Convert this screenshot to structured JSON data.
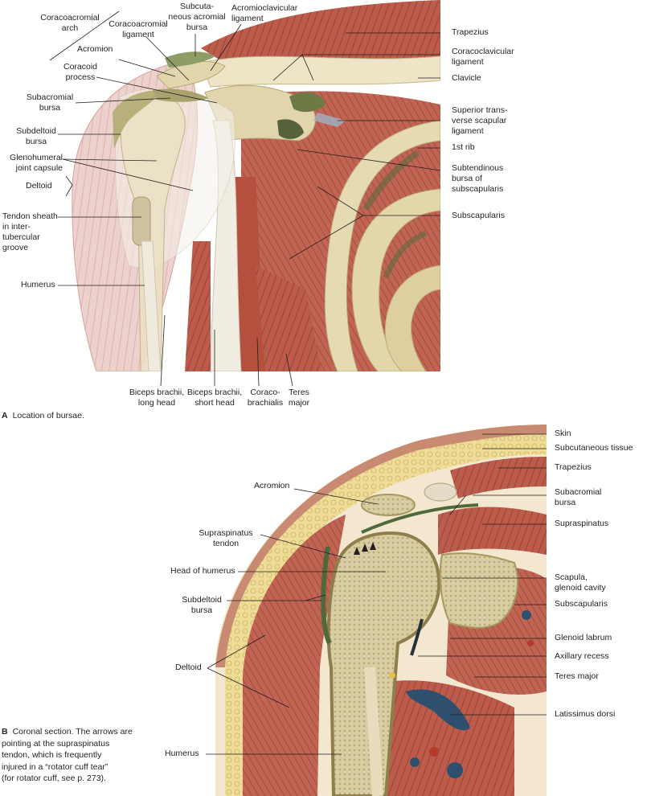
{
  "panelA": {
    "letter": "A",
    "caption": "Location of bursae.",
    "labels": {
      "coracoacromial_arch": "Coracoacromial\narch",
      "subcutaneous_acromial_bursa": "Subcuta-\nneous acromial\nbursa",
      "acromioclavicular_ligament": "Acromioclavicular\nligament",
      "coracoacromial_ligament": "Coracoacromial\nligament",
      "acromion": "Acromion",
      "coracoid_process": "Coracoid\nprocess",
      "subacromial_bursa": "Subacromial\nbursa",
      "subdeltoid_bursa": "Subdeltoid\nbursa",
      "glenohumeral_joint_capsule": "Glenohumeral\njoint capsule",
      "deltoid": "Deltoid",
      "tendon_sheath": "Tendon sheath\nin inter-\ntubercular\ngroove",
      "humerus": "Humerus",
      "trapezius": "Trapezius",
      "coracoclavicular_ligament": "Coracoclavicular\nligament",
      "clavicle": "Clavicle",
      "superior_transverse_scapular_ligament": "Superior trans-\nverse scapular\nligament",
      "first_rib": "1st rib",
      "subtendinous_bursa": "Subtendinous\nbursa of\nsubscapularis",
      "subscapularis": "Subscapularis",
      "biceps_long_head": "Biceps brachii,\nlong head",
      "biceps_short_head": "Biceps brachii,\nshort head",
      "coracobrachialis": "Coraco-\nbrachialis",
      "teres_major": "Teres\nmajor"
    }
  },
  "panelB": {
    "letter": "B",
    "caption": "Coronal section. The arrows are\npointing at the supraspinatus\ntendon,  which is frequently\ninjured in a “rotator cuff tear”\n(for rotator cuff,  see p. 273).",
    "labels": {
      "skin": "Skin",
      "subcutaneous_tissue": "Subcutaneous tissue",
      "trapezius": "Trapezius",
      "acromion": "Acromion",
      "subacromial_bursa": "Subacromial\nbursa",
      "supraspinatus": "Supraspinatus",
      "supraspinatus_tendon": "Supraspinatus\ntendon",
      "head_of_humerus": "Head of humerus",
      "scapula_glenoid": "Scapula,\nglenoid cavity",
      "subdeltoid_bursa": "Subdeltoid\nbursa",
      "subscapularis": "Subscapularis",
      "glenoid_labrum": "Glenoid labrum",
      "deltoid": "Deltoid",
      "axillary_recess": "Axillary recess",
      "teres_major": "Teres major",
      "latissimus_dorsi": "Latissimus dorsi",
      "humerus": "Humerus"
    }
  },
  "colors": {
    "muscle": "#b9594a",
    "muscle_dark": "#8e3a2e",
    "bone": "#e7dcbb",
    "bone_shade": "#c9b98a",
    "deltoid_pale": "#e8c8c4",
    "fat": "#e9d58c",
    "bursa_green": "#4f6a3a",
    "skin": "#c98a72",
    "vessel": "#2f4f6f"
  }
}
